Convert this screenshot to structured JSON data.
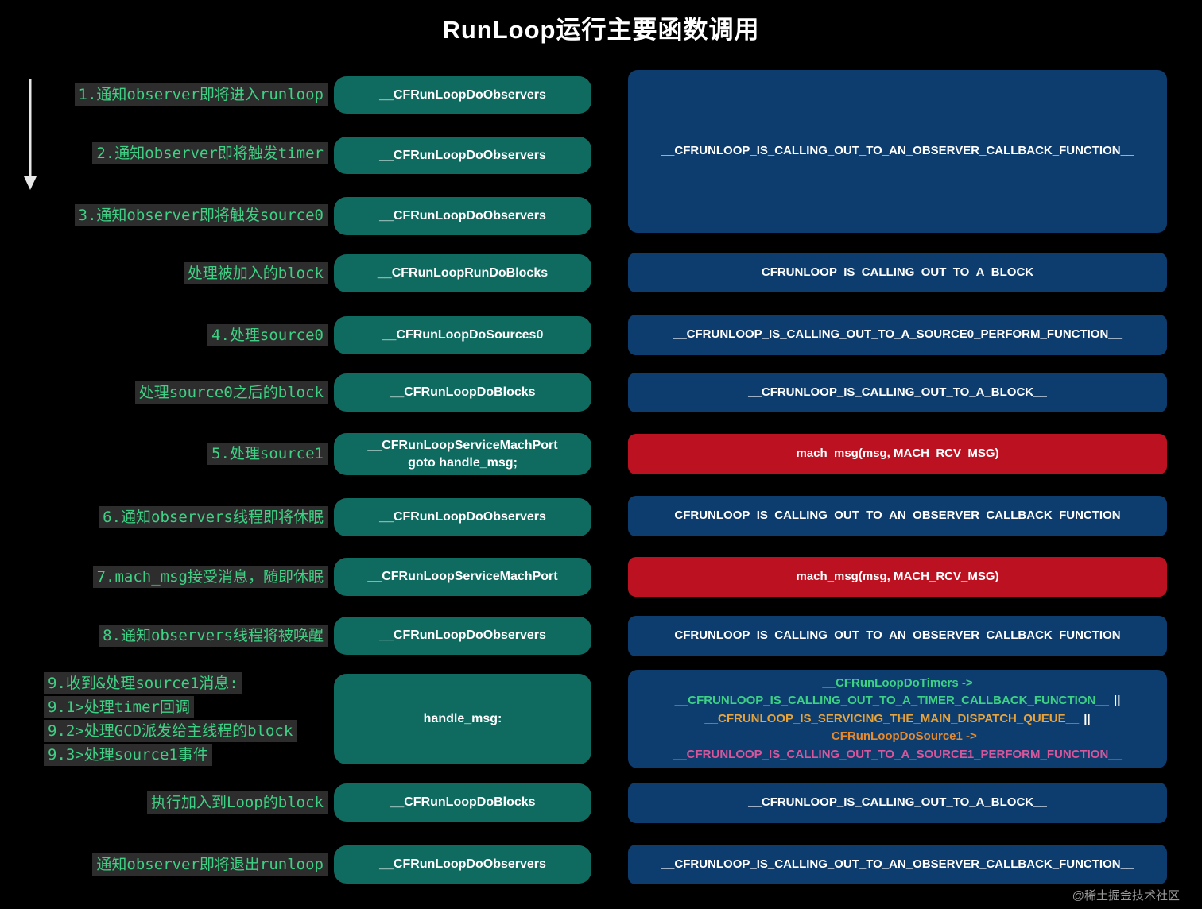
{
  "title": "RunLoop运行主要函数调用",
  "watermark": "@稀土掘金技术社区",
  "colors": {
    "green": "#3ed185",
    "labelbg": "#2d2d2d",
    "teal": "#0f6a5f",
    "blue": "#0d3d6e",
    "red": "#bb1120",
    "orange": "#e7a33c",
    "orange2": "#e78a2e",
    "pink": "#d8569b"
  },
  "labels": [
    "1.通知observer即将进入runloop",
    "2.通知observer即将触发timer",
    "3.通知observer即将触发source0",
    "处理被加入的block",
    "4.处理source0",
    "处理source0之后的block",
    "5.处理source1",
    "6.通知observers线程即将休眠",
    "7.mach_msg接受消息，随即休眠",
    "8.通知observers线程将被唤醒",
    "9.收到&处理source1消息:",
    "9.1>处理timer回调",
    "9.2>处理GCD派发给主线程的block",
    "9.3>处理source1事件",
    "执行加入到Loop的block",
    "通知observer即将退出runloop"
  ],
  "mid_boxes": [
    {
      "line1": "__CFRunLoopDoObservers"
    },
    {
      "line1": "__CFRunLoopDoObservers"
    },
    {
      "line1": "__CFRunLoopDoObservers"
    },
    {
      "line1": "__CFRunLoopRunDoBlocks"
    },
    {
      "line1": "__CFRunLoopDoSources0"
    },
    {
      "line1": "__CFRunLoopDoBlocks"
    },
    {
      "line1": "__CFRunLoopServiceMachPort",
      "line2": "goto handle_msg;"
    },
    {
      "line1": "__CFRunLoopDoObservers"
    },
    {
      "line1": "__CFRunLoopServiceMachPort"
    },
    {
      "line1": "__CFRunLoopDoObservers"
    },
    {
      "line1": "handle_msg:"
    },
    {
      "line1": "__CFRunLoopDoBlocks"
    },
    {
      "line1": "__CFRunLoopDoObservers"
    }
  ],
  "right_boxes": [
    {
      "type": "blue",
      "text": "__CFRUNLOOP_IS_CALLING_OUT_TO_AN_OBSERVER_CALLBACK_FUNCTION__"
    },
    {
      "type": "blue",
      "text": "__CFRUNLOOP_IS_CALLING_OUT_TO_A_BLOCK__"
    },
    {
      "type": "blue",
      "text": "__CFRUNLOOP_IS_CALLING_OUT_TO_A_SOURCE0_PERFORM_FUNCTION__"
    },
    {
      "type": "blue",
      "text": "__CFRUNLOOP_IS_CALLING_OUT_TO_A_BLOCK__"
    },
    {
      "type": "red",
      "text": "mach_msg(msg, MACH_RCV_MSG)"
    },
    {
      "type": "blue",
      "text": "__CFRUNLOOP_IS_CALLING_OUT_TO_AN_OBSERVER_CALLBACK_FUNCTION__"
    },
    {
      "type": "red",
      "text": "mach_msg(msg, MACH_RCV_MSG)"
    },
    {
      "type": "blue",
      "text": "__CFRUNLOOP_IS_CALLING_OUT_TO_AN_OBSERVER_CALLBACK_FUNCTION__"
    },
    {
      "type": "blue-multi",
      "line1": "__CFRunLoopDoTimers ->",
      "line2": "__CFRUNLOOP_IS_CALLING_OUT_TO_A_TIMER_CALLBACK_FUNCTION__",
      "line2_sep": "||",
      "line3": "__CFRUNLOOP_IS_SERVICING_THE_MAIN_DISPATCH_QUEUE__",
      "line3_sep": "||",
      "line4": "__CFRunLoopDoSource1 ->",
      "line5": "__CFRUNLOOP_IS_CALLING_OUT_TO_A_SOURCE1_PERFORM_FUNCTION__"
    },
    {
      "type": "blue",
      "text": "__CFRUNLOOP_IS_CALLING_OUT_TO_A_BLOCK__"
    },
    {
      "type": "blue",
      "text": "__CFRUNLOOP_IS_CALLING_OUT_TO_AN_OBSERVER_CALLBACK_FUNCTION__"
    }
  ]
}
